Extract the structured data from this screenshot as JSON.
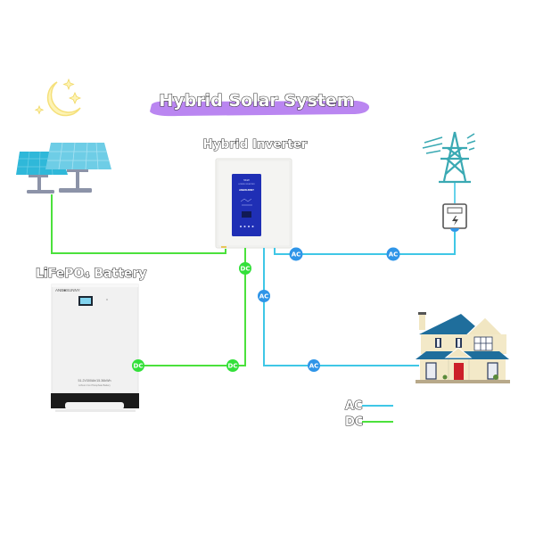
{
  "title": "Hybrid Solar System",
  "labels": {
    "inverter": "Hybrid Inverter",
    "battery": "LiFePO₄ Battery"
  },
  "inverter_panel": {
    "model": "5KW",
    "subtitle": "HYBRID INVERTER",
    "brand": "ANBSUNNY"
  },
  "battery_panel": {
    "brand": "ANB■SUNNY",
    "spec": "51.2V300Ah/15.36kWh",
    "caption": "Lithium Iron Phosphate Battery"
  },
  "badges": {
    "ac": "AC",
    "dc": "DC"
  },
  "legend": [
    {
      "label": "AC",
      "color": "#3fc7e6"
    },
    {
      "label": "DC",
      "color": "#4be13c"
    }
  ],
  "colors": {
    "ac_line": "#3fc7e6",
    "dc_line": "#4be13c",
    "ac_badge": "#2f95e8",
    "dc_badge": "#33e03a",
    "title_brush": "#b67ff0",
    "tower": "#3aa9b3",
    "inverter_screen": "#1f2fb5"
  },
  "icons": {
    "night": "moon-stars-icon",
    "solar": "solar-panel-icon",
    "grid": "power-tower-icon",
    "meter": "electric-meter-icon",
    "home": "house-icon"
  }
}
